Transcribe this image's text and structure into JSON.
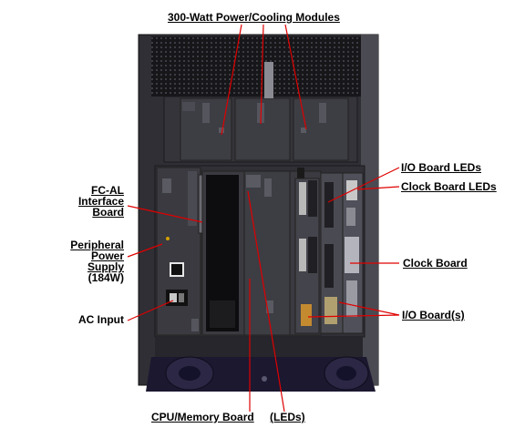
{
  "labels": {
    "power_cooling": "300-Watt Power/Cooling Modules",
    "io_board_leds": "I/O Board LEDs",
    "clock_board_leds": "Clock Board LEDs",
    "fcal_line1": "FC-AL",
    "fcal_line2": "Interface",
    "fcal_line3": "Board",
    "periph_line1": "Peripheral",
    "periph_line2": "Power",
    "periph_line3": "Supply",
    "periph_line4": "(184W)",
    "clock_board": "Clock Board",
    "ac_input": "AC Input",
    "io_boards": "I/O Board(s)",
    "cpu_memory": "CPU/Memory Board",
    "leds": "(LEDs)"
  },
  "colors": {
    "callout_line": "#e00000",
    "chassis": "#2b2b30",
    "module": "#3a3a40",
    "dark_slot": "#0d0d10",
    "base": "#1b1830"
  }
}
